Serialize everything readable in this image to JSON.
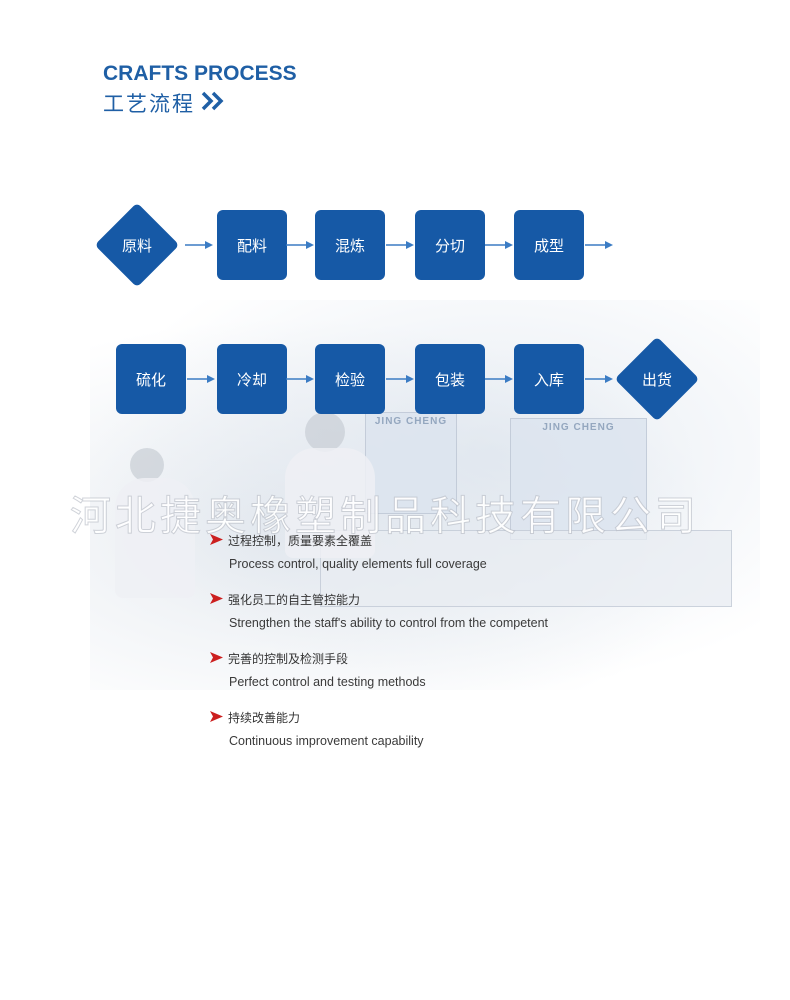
{
  "header": {
    "title_en": "CRAFTS PROCESS",
    "title_cn": "工艺流程"
  },
  "process": {
    "row1": [
      "原料",
      "配料",
      "混炼",
      "分切",
      "成型"
    ],
    "row2": [
      "硫化",
      "冷却",
      "检验",
      "包装",
      "入库",
      "出货"
    ]
  },
  "photo": {
    "machine_label_1": "JING CHENG",
    "machine_label_2": "JING CHENG"
  },
  "watermark": "河北捷奥橡塑制品科技有限公司",
  "features": [
    {
      "cn": "过程控制，质量要素全覆盖",
      "en": "Process control, quality elements full coverage"
    },
    {
      "cn": "强化员工的自主管控能力",
      "en": "Strengthen the staff's ability to control from the competent"
    },
    {
      "cn": "完善的控制及检测手段",
      "en": "Perfect control and testing methods"
    },
    {
      "cn": "持续改善能力",
      "en": "Continuous improvement capability"
    }
  ],
  "colors": {
    "brand_blue": "#1659a6",
    "arrow_blue": "#3b7cc4",
    "bullet_red": "#cc1f1f"
  }
}
